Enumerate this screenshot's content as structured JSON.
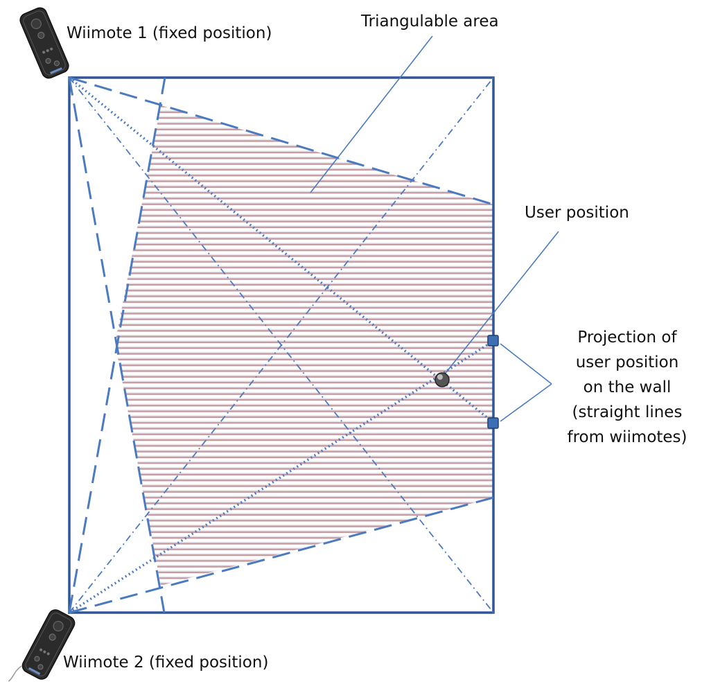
{
  "labels": {
    "wiimote1": "Wiimote 1 (fixed position)",
    "wiimote2": "Wiimote 2 (fixed position)",
    "triangulable_area": "Triangulable area",
    "user_position": "User position",
    "projection_lines": [
      "Projection of",
      "user position",
      "on the wall",
      "(straight lines",
      "from wiimotes)"
    ]
  },
  "colors": {
    "room_border": "#2f5597",
    "lines": "#4a7abf",
    "hatch": "#c49a9e",
    "hatch_highlight": "#e8e8f2",
    "marker": "#3d6fb4",
    "wiimote_body": "#2b2b2b",
    "user_marker": "#555555"
  },
  "icons": {
    "wiimote1": "wii-remote-icon",
    "wiimote2": "wii-remote-icon",
    "user": "user-position-marker-icon",
    "projection_markers": "square-marker-icon"
  }
}
